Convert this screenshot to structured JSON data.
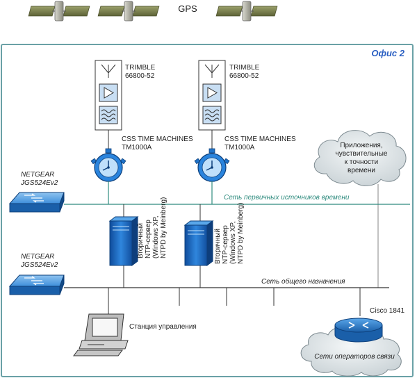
{
  "gps": {
    "label": "GPS"
  },
  "office": {
    "label": "Офис 2"
  },
  "trimble_1": {
    "line1": "TRIMBLE",
    "line2": "66800-52"
  },
  "trimble_2": {
    "line1": "TRIMBLE",
    "line2": "66800-52"
  },
  "css_1": {
    "line1": "CSS TIME MACHINES",
    "line2": "TM1000A"
  },
  "css_2": {
    "line1": "CSS TIME MACHINES",
    "line2": "TM1000A"
  },
  "switch_1": {
    "line1": "NETGEAR",
    "line2": "JGS524Ev2"
  },
  "switch_2": {
    "line1": "NETGEAR",
    "line2": "JGS524Ev2"
  },
  "primary_network": {
    "label": "Сеть первичных источников времени"
  },
  "general_network": {
    "label": "Сеть общего назначения"
  },
  "apps_cloud": {
    "line1": "Приложения,",
    "line2": "чувствительные",
    "line3": "к точности",
    "line4": "времени"
  },
  "ntp_server_1": {
    "line1": "Вторичный",
    "line2": "NTP-сервер",
    "line3": "(Windows XP,",
    "line4": "NTPD by Meinberg)"
  },
  "ntp_server_2": {
    "line1": "Вторичный",
    "line2": "NTP-сервер",
    "line3": "(Windows XP,",
    "line4": "NTPD by Meinberg)"
  },
  "workstation": {
    "label": "Станция управления"
  },
  "router": {
    "label": "Cisco 1841"
  },
  "operators_cloud": {
    "label": "Сети операторов связи"
  },
  "colors": {
    "frame": "#6aa1a6",
    "primary_network": "#2e8b7e",
    "accent_label": "#2a5fc2",
    "device_blue": "#1f73c9"
  }
}
